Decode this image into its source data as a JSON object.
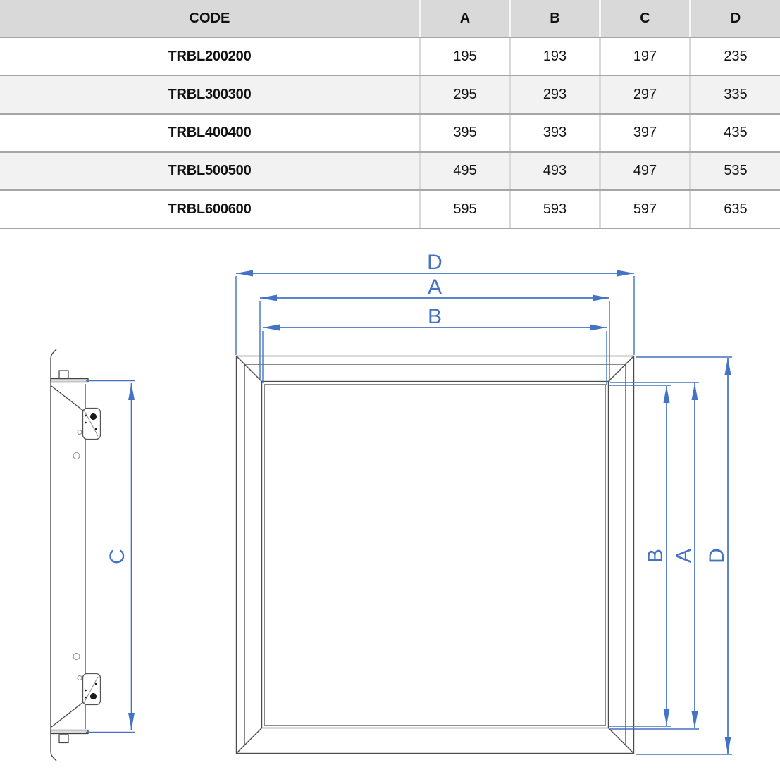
{
  "table": {
    "headers": [
      "CODE",
      "A",
      "B",
      "C",
      "D"
    ],
    "rows": [
      {
        "code": "TRBL200200",
        "a": "195",
        "b": "193",
        "c": "197",
        "d": "235"
      },
      {
        "code": "TRBL300300",
        "a": "295",
        "b": "293",
        "c": "297",
        "d": "335"
      },
      {
        "code": "TRBL400400",
        "a": "395",
        "b": "393",
        "c": "397",
        "d": "435"
      },
      {
        "code": "TRBL500500",
        "a": "495",
        "b": "493",
        "c": "497",
        "d": "535"
      },
      {
        "code": "TRBL600600",
        "a": "595",
        "b": "593",
        "c": "597",
        "d": "635"
      }
    ]
  },
  "diagram": {
    "front_view": {
      "top_dims": [
        {
          "label": "D"
        },
        {
          "label": "A"
        },
        {
          "label": "B"
        }
      ],
      "right_dims": [
        {
          "label": "B"
        },
        {
          "label": "A"
        },
        {
          "label": "D"
        }
      ]
    },
    "side_view": {
      "dim": {
        "label": "C"
      }
    }
  },
  "colors": {
    "dimension_blue": "#4472c4",
    "drawing_gray": "#4d4d4d",
    "table_header_bg": "#d9d9d9",
    "table_alt_row_bg": "#f2f2f2",
    "table_row_border": "#a6a6a6"
  }
}
